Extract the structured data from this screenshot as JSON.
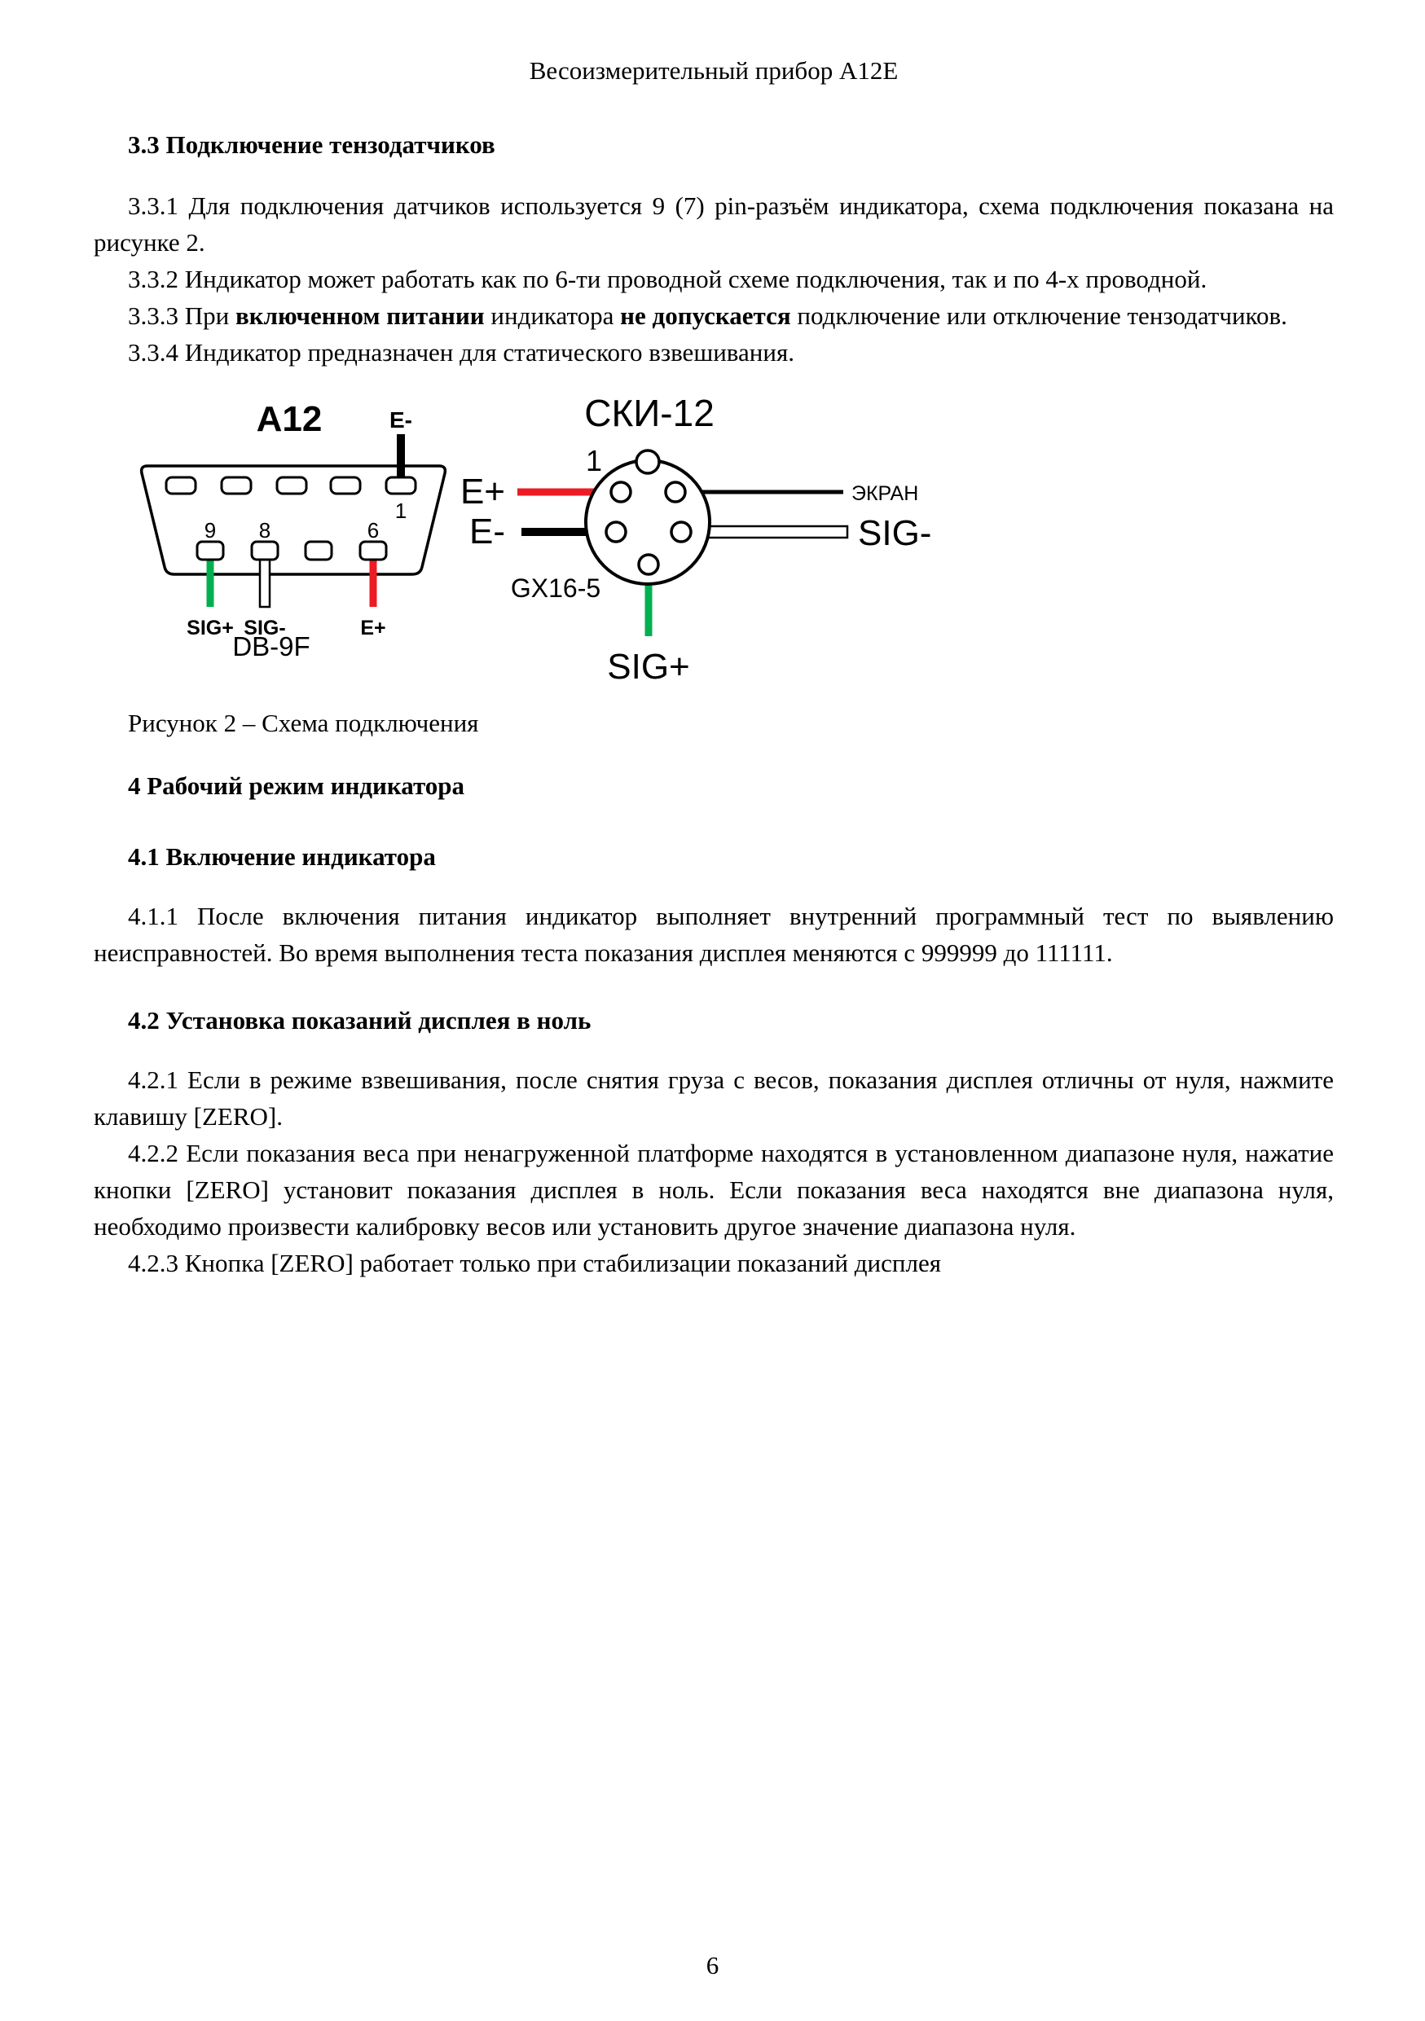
{
  "header": {
    "title": "Весоизмерительный прибор А12Е"
  },
  "s33": {
    "title": "3.3  Подключение тензодатчиков",
    "p1": "3.3.1 Для подключения датчиков используется 9 (7) pin-разъём индикатора, схема подключения показана на рисунке 2.",
    "p2": "3.3.2 Индикатор может работать как по 6-ти проводной схеме подключения, так и по 4-х проводной.",
    "p3_parts": [
      "3.3.3 При ",
      "включенном питании",
      " индикатора ",
      "не допускается",
      " подключение или отключение тензодатчиков."
    ],
    "p4": "3.3.4 Индикатор предназначен для статического взвешивания."
  },
  "figure": {
    "caption": "Рисунок 2 – Схема подключения",
    "a12": {
      "title": "A12",
      "connector_label": "DB-9F",
      "pin1_label": "1",
      "pin9_label": "9",
      "pin8_label": "8",
      "pin6_label": "6",
      "wire_e_minus": "E-",
      "wire_sig_plus": "SIG+",
      "wire_sig_minus": "SIG-",
      "wire_e_plus": "E+"
    },
    "ski12": {
      "title": "СКИ-12",
      "connector_label": "GX16-5",
      "pin1_label": "1",
      "wire_e_plus": "E+",
      "wire_e_minus": "E-",
      "wire_shield": "ЭКРАН",
      "wire_sig_minus": "SIG-",
      "wire_sig_plus": "SIG+"
    },
    "colors": {
      "red": "#ED1C24",
      "green": "#00B050",
      "black": "#000000"
    }
  },
  "s4": {
    "title": "4 Рабочий режим индикатора"
  },
  "s41": {
    "title": "4.1 Включение индикатора",
    "p1": "4.1.1 После включения питания индикатор выполняет внутренний программный тест по выявлению неисправностей. Во время выполнения теста показания дисплея меняются с 999999 до 111111."
  },
  "s42": {
    "title": "4.2 Установка показаний дисплея в ноль",
    "p1": "4.2.1 Если в режиме взвешивания, после снятия груза с весов, показания дисплея отличны от нуля, нажмите клавишу [ZERO].",
    "p2": "4.2.2 Если показания веса при ненагруженной платформе находятся в установленном диапазоне нуля, нажатие кнопки [ZERO] установит показания дисплея в ноль. Если показания веса находятся вне диапазона нуля, необходимо произвести калибровку весов или установить другое значение диапазона нуля.",
    "p3": "4.2.3 Кнопка [ZERO] работает только при стабилизации показаний дисплея"
  },
  "footer": {
    "page_number": "6"
  }
}
